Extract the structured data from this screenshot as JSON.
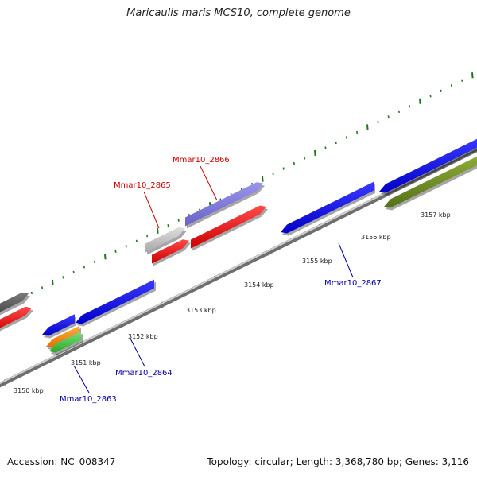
{
  "title": "Maricaulis maris MCS10, complete genome",
  "accession": "Accession: NC_008347",
  "topology": "Topology: circular; Length: 3,368,780 bp; Genes: 3,116",
  "colors": {
    "backbone": "#8c8c8c",
    "tick": "#1a7a1a",
    "forward_label": "#cc0000",
    "reverse_label": "#0000aa"
  },
  "scale_labels": [
    "3150 kbp",
    "3151 kbp",
    "3152 kbp",
    "3153 kbp",
    "3154 kbp",
    "3155 kbp",
    "3156 kbp",
    "3157 kbp"
  ],
  "gene_labels": [
    {
      "text": "Mmar10_2865",
      "strand": "forward"
    },
    {
      "text": "Mmar10_2866",
      "strand": "forward"
    },
    {
      "text": "Mmar10_2863",
      "strand": "reverse"
    },
    {
      "text": "Mmar10_2864",
      "strand": "reverse"
    },
    {
      "text": "Mmar10_2867",
      "strand": "reverse"
    }
  ]
}
